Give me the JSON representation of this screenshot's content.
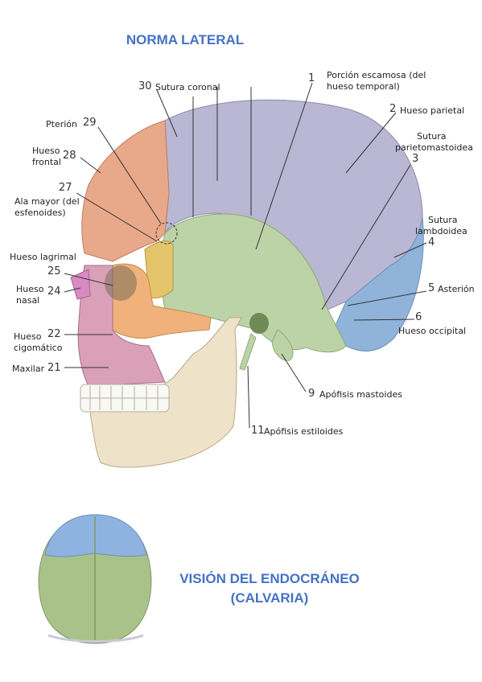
{
  "titles": {
    "lateral": "NORMA LATERAL",
    "endo_line1": "VISIÓN DEL ENDOCRÁNEO",
    "endo_line2": "(CALVARIA)"
  },
  "labels": {
    "l1_num": "1",
    "l1_text_a": "Porción escamosa (del",
    "l1_text_b": "hueso temporal)",
    "l2_num": "2",
    "l2_text": "Hueso parietal",
    "l3_num": "3",
    "l3_text_a": "Sutura",
    "l3_text_b": "parietomastoidea",
    "l4_num": "4",
    "l4_text_a": "Sutura",
    "l4_text_b": "lambdoidea",
    "l5_num": "5",
    "l5_text": "Asterión",
    "l6_num": "6",
    "l6_text": "Hueso occipital",
    "l9_num": "9",
    "l9_text": "Apófisis mastoides",
    "l11_num": "11",
    "l11_text": "Apófisis estiloides",
    "l21_num": "21",
    "l21_text": "Maxilar",
    "l22_num": "22",
    "l22_text_a": "Hueso",
    "l22_text_b": "cigomático",
    "l24_num": "24",
    "l24_text_a": "Hueso",
    "l24_text_b": "nasal",
    "l25_num": "25",
    "l25_text": "Hueso lagrimal",
    "l27_num": "27",
    "l27_text_a": "Ala mayor (del",
    "l27_text_b": "esfenoides)",
    "l28_num": "28",
    "l28_text_a": "Hueso",
    "l28_text_b": "frontal",
    "l29_num": "29",
    "l29_text": "Pterión",
    "l30_num": "30",
    "l30_text": "Sutura coronal"
  },
  "colors": {
    "title": "#4472c4",
    "frontal": "#e8a98a",
    "parietal": "#b9b7d3",
    "temporal": "#bcd3a8",
    "occipital": "#8fb3d9",
    "sphenoid": "#e3c46a",
    "zygomatic": "#f0b27a",
    "maxilla": "#d9a0b8",
    "mandible": "#eee3c8",
    "nasal": "#d98ac0",
    "teeth": "#f8f8f4",
    "calvaria_green": "#a9c28a",
    "calvaria_blue": "#8fb3e0"
  }
}
